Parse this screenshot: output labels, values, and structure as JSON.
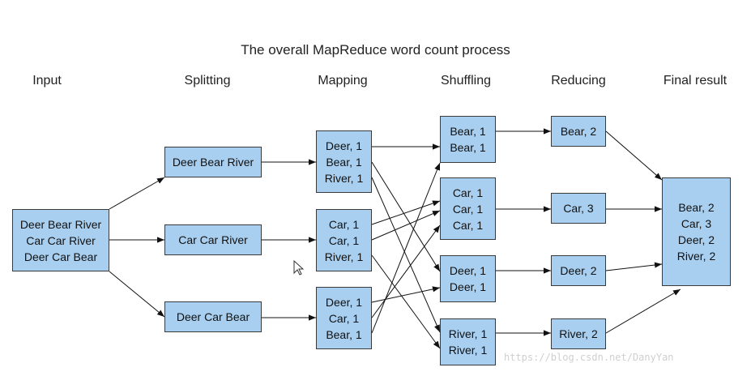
{
  "title": "The overall MapReduce word count process",
  "stages": {
    "input": "Input",
    "splitting": "Splitting",
    "mapping": "Mapping",
    "shuffling": "Shuffling",
    "reducing": "Reducing",
    "final": "Final result"
  },
  "input": {
    "lines": [
      "Deer Bear River",
      "Car Car River",
      "Deer Car Bear"
    ]
  },
  "splits": [
    {
      "lines": [
        "Deer Bear River"
      ]
    },
    {
      "lines": [
        "Car Car River"
      ]
    },
    {
      "lines": [
        "Deer Car Bear"
      ]
    }
  ],
  "maps": [
    {
      "lines": [
        "Deer, 1",
        "Bear, 1",
        "River, 1"
      ]
    },
    {
      "lines": [
        "Car, 1",
        "Car, 1",
        "River, 1"
      ]
    },
    {
      "lines": [
        "Deer, 1",
        "Car, 1",
        "Bear, 1"
      ]
    }
  ],
  "shuffles": [
    {
      "lines": [
        "Bear, 1",
        "Bear, 1"
      ]
    },
    {
      "lines": [
        "Car, 1",
        "Car, 1",
        "Car, 1"
      ]
    },
    {
      "lines": [
        "Deer, 1",
        "Deer, 1"
      ]
    },
    {
      "lines": [
        "River, 1",
        "River, 1"
      ]
    }
  ],
  "reduces": [
    {
      "lines": [
        "Bear, 2"
      ]
    },
    {
      "lines": [
        "Car, 3"
      ]
    },
    {
      "lines": [
        "Deer, 2"
      ]
    },
    {
      "lines": [
        "River, 2"
      ]
    }
  ],
  "final": {
    "lines": [
      "Bear, 2",
      "Car, 3",
      "Deer, 2",
      "River, 2"
    ]
  },
  "watermark": "https://blog.csdn.net/DanyYan",
  "colors": {
    "box_fill": "#a8cff0",
    "box_border": "#3a3a3a",
    "arrow": "#111111"
  },
  "icons": {
    "cursor": "mouse-pointer-icon"
  }
}
